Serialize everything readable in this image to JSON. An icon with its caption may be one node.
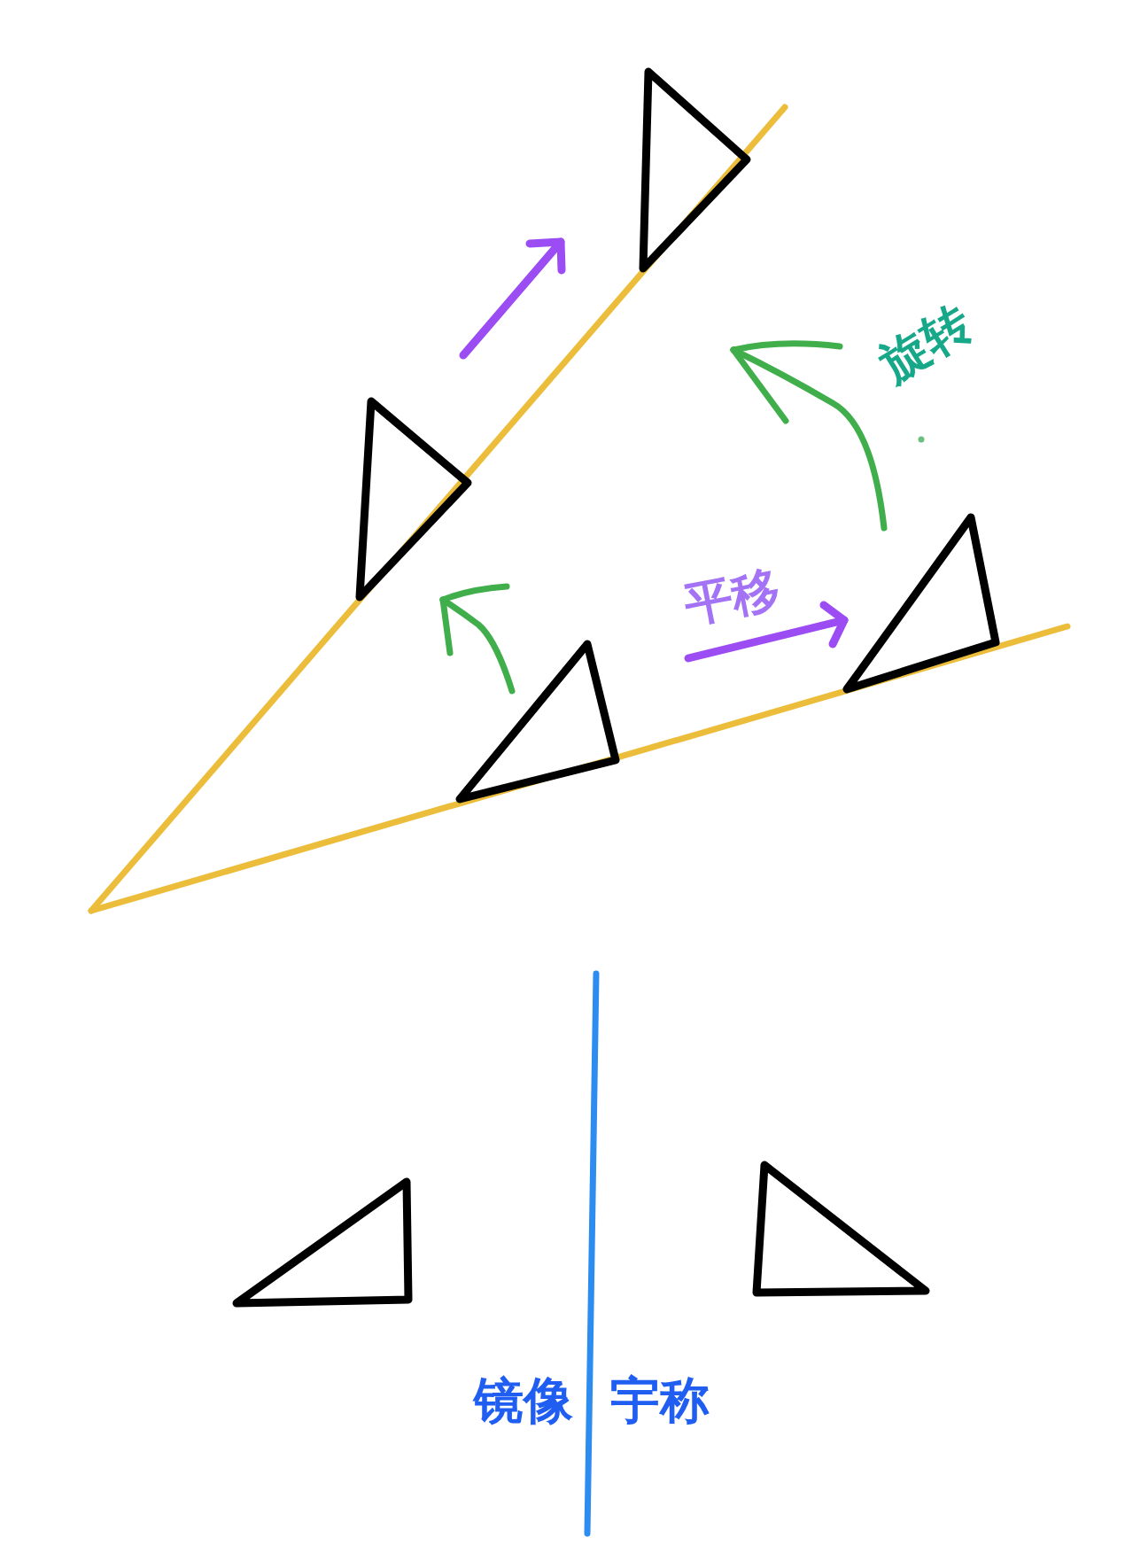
{
  "diagram": {
    "nodes": [
      {
        "text": [],
        "shape": "triangle"
      },
      {
        "text": [],
        "shape": "triangle"
      },
      {
        "text": [],
        "shape": "triangle"
      },
      {
        "text": [],
        "shape": "triangle"
      },
      {
        "text": [],
        "shape": "triangle"
      },
      {
        "text": [],
        "shape": "triangle"
      }
    ],
    "labels": [
      "旋转",
      "平移",
      "镜像",
      "宇称"
    ]
  }
}
